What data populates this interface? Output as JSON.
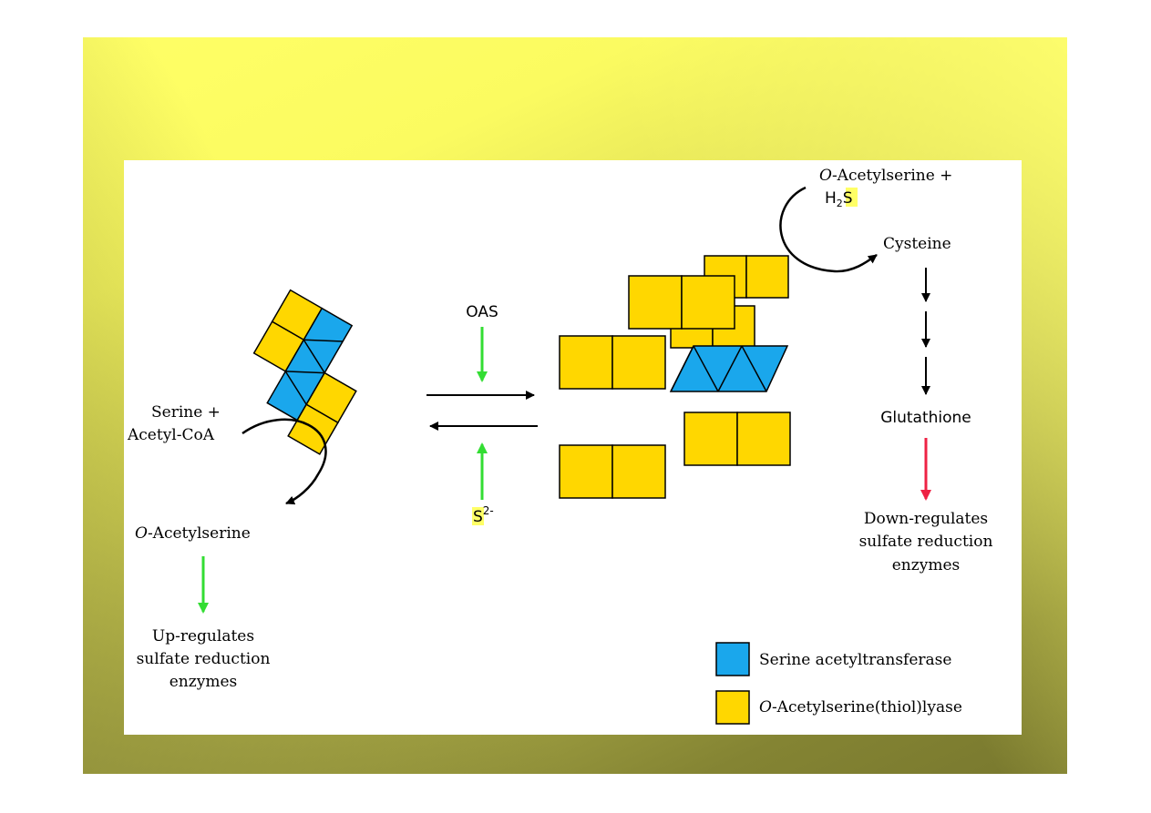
{
  "colors": {
    "serine_acetyltransferase": "#1aa7ec",
    "oas_thiol_lyase": "#ffd700",
    "green_arrow": "#33dd33",
    "red_arrow": "#ee2244",
    "sulfur_highlight": "#ffff66",
    "frame_light": "#ffff66",
    "frame_dark": "#78782e"
  },
  "left_complex": {
    "substrate_line1": "Serine +",
    "substrate_line2": "Acetyl-CoA",
    "product_italic": "O",
    "product_rest": "-Acetylserine",
    "effect_line1": "Up-regulates",
    "effect_line2": "sulfate reduction",
    "effect_line3": "enzymes"
  },
  "equilibrium": {
    "top_label": "OAS",
    "bottom_label_S": "S",
    "bottom_label_charge": "2-"
  },
  "right_complex": {
    "substrate_italic": "O",
    "substrate_rest": "-Acetylserine +",
    "h2s_H": "H",
    "h2s_sub": "2",
    "h2s_S": "S",
    "product": "Cysteine",
    "downstream": "Glutathione",
    "effect_line1": "Down-regulates",
    "effect_line2": "sulfate reduction",
    "effect_line3": "enzymes"
  },
  "legend": {
    "sat_label": "Serine acetyltransferase",
    "oastl_italic": "O",
    "oastl_rest": "-Acetylserine(thiol)lyase"
  }
}
